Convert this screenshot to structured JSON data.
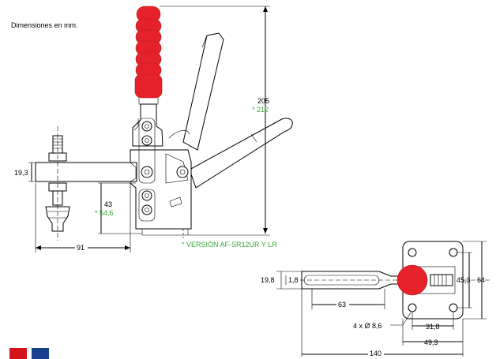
{
  "header": {
    "units_note": "Dimensiones en mm."
  },
  "side_view": {
    "height_std": "205",
    "height_alt": "* 212",
    "bolt_dim": "19,3",
    "base_height_std": "43",
    "base_height_alt": "* 54,6",
    "width": "91",
    "version_note": "* VERSIÓN AF-SR12UR Y LR"
  },
  "top_view": {
    "bar_height": "19,8",
    "bar_slot": "1,8",
    "bar_length": "63",
    "holes": "4 x Ø 8,6",
    "hole_pitch_x": "31,8",
    "base_width": "49,3",
    "total_length": "140",
    "hole_pitch_y": "45,3",
    "base_height": "64"
  },
  "colors": {
    "handle": "#e5222a",
    "green_dims": "#3aa63a",
    "flag_red": "#d3141c",
    "flag_blue": "#1a3f8f"
  }
}
